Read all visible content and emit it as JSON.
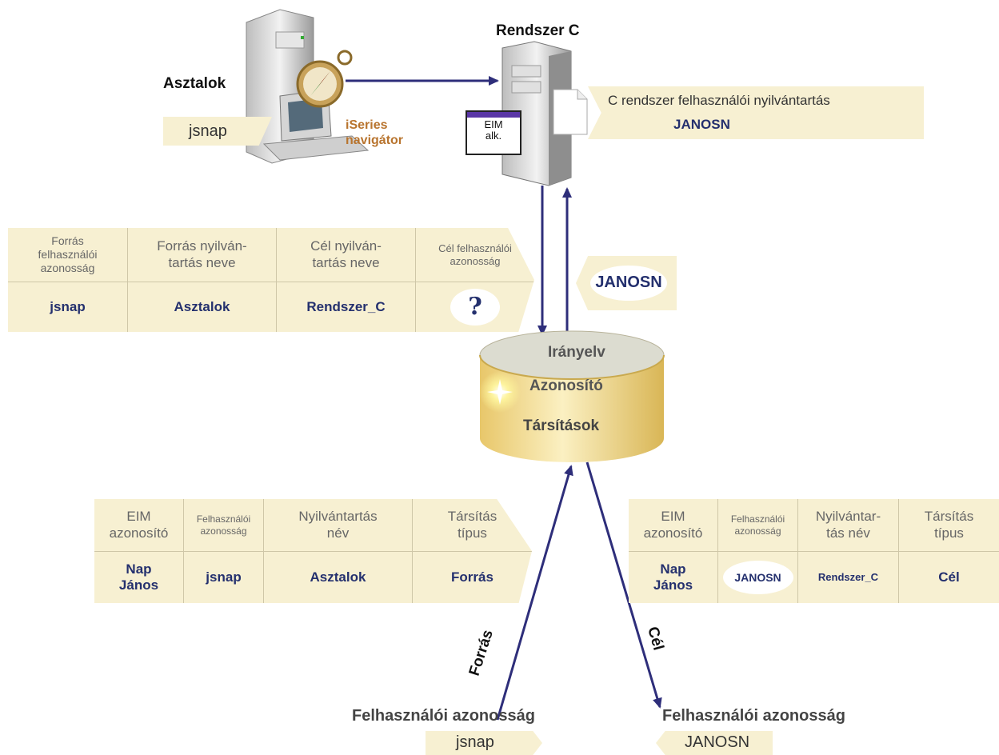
{
  "top": {
    "desktop_label": "Asztalok",
    "desktop_user": "jsnap",
    "navigator_label": "iSeries\nnavigátor",
    "system_c_label": "Rendszer C",
    "eim_app_label": "EIM\nalk.",
    "registry_title": "C rendszer felhasználói nyilvántartás",
    "registry_user": "JANOSN",
    "returned_user": "JANOSN"
  },
  "lookup_table": {
    "headers": [
      "Forrás\nfelhasználói\nazonosság",
      "Forrás nyilván-\ntartás neve",
      "Cél nyilván-\ntartás neve",
      "Cél felhasználói\nazonosság"
    ],
    "values": [
      "jsnap",
      "Asztalok",
      "Rendszer_C",
      "?"
    ]
  },
  "database": {
    "top_label": "Irányelv",
    "mid_label": "Azonosító",
    "bottom_label": "Társítások"
  },
  "source_table": {
    "headers": [
      "EIM\nazonosító",
      "Felhasználói\nazonosság",
      "Nyilvántartás\nnév",
      "Társítás\ntípus"
    ],
    "values": [
      "Nap\nJános",
      "jsnap",
      "Asztalok",
      "Forrás"
    ]
  },
  "target_table": {
    "headers": [
      "EIM\nazonosító",
      "Felhasználói\nazonosság",
      "Nyilvántar-\ntás név",
      "Társítás\ntípus"
    ],
    "values": [
      "Nap\nJános",
      "JANOSN",
      "Rendszer_C",
      "Cél"
    ]
  },
  "bottom": {
    "source_arrow_label": "Forrás",
    "target_arrow_label": "Cél",
    "source_identity_title": "Felhasználói azonosság",
    "source_identity_value": "jsnap",
    "target_identity_title": "Felhasználói azonosság",
    "target_identity_value": "JANOSN"
  },
  "colors": {
    "band": "#f7f0d2",
    "arrow": "#2e2e7a",
    "value_text": "#24306e",
    "db_gold": "#f2dc8c"
  },
  "icons": [
    "server-icon",
    "workstation-icon",
    "compass-icon",
    "document-icon",
    "database-icon",
    "arrow-icon"
  ]
}
